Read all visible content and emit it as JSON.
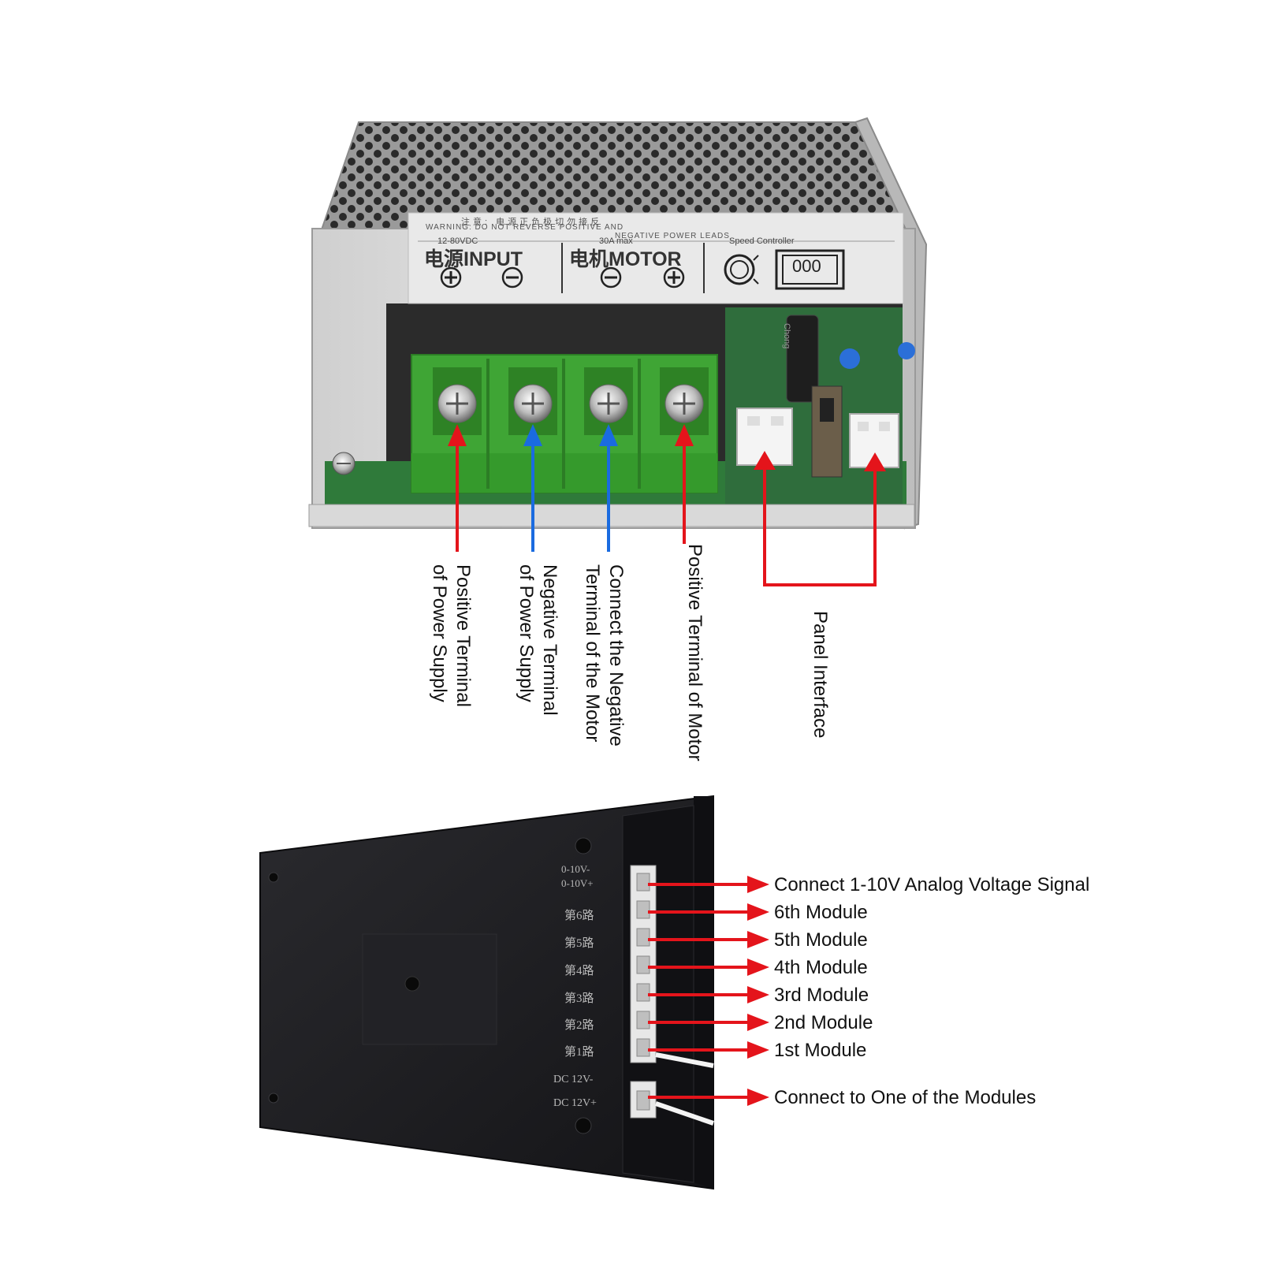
{
  "controller": {
    "warning_line_1": "注意: 电源正负极切勿接反",
    "warning_line_2": "WARNING: DO NOT REVERSE POSITIVE AND",
    "warning_line_3": "NEGATIVE POWER LEADS",
    "voltage_spec": "12-80VDC",
    "current_spec": "30A max",
    "product_name": "Speed Controller",
    "input_label": "电源INPUT",
    "motor_label": "电机MOTOR",
    "display_value": "000",
    "capacitor_brand": "Chong"
  },
  "terminal_labels": [
    {
      "line1": "Positive Terminal",
      "line2": "of Power Supply",
      "color": "#e4141b"
    },
    {
      "line1": "Negative Terminal",
      "line2": "of Power Supply",
      "color": "#1a6be0"
    },
    {
      "line1": "Connect the Negative",
      "line2": "Terminal of the Motor",
      "color": "#1a6be0"
    },
    {
      "line1": "Positive Terminal of Motor",
      "line2": "",
      "color": "#e4141b"
    }
  ],
  "panel_interface_label": "Panel Interface",
  "panel": {
    "silk_labels": [
      "0-10V-",
      "0-10V+",
      "第6路",
      "第5路",
      "第4路",
      "第3路",
      "第2路",
      "第1路",
      "DC 12V-",
      "DC 12V+"
    ]
  },
  "panel_callouts": [
    "Connect 1-10V Analog Voltage Signal",
    "6th Module",
    "5th Module",
    "4th Module",
    "3rd Module",
    "2nd Module",
    "1st Module",
    "Connect to One of the Modules"
  ],
  "colors": {
    "arrow_red": "#e4141b",
    "arrow_blue": "#1a6be0",
    "terminal_green": "#3fa535",
    "pcb_green": "#2f7a3a",
    "panel_black": "#1c1c1f"
  }
}
